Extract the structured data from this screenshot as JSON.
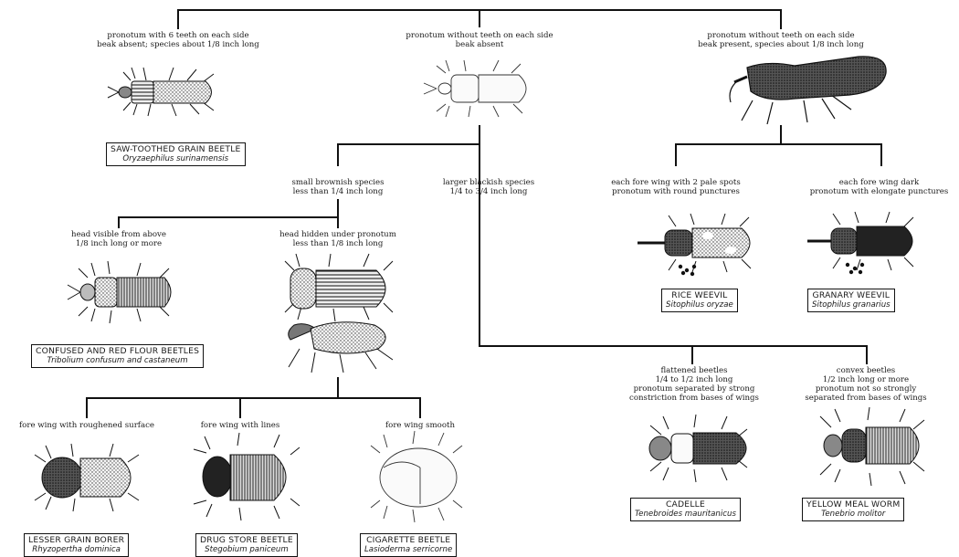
{
  "nodes": {
    "top_left": [
      "pronotum with 6 teeth on each side",
      "beak absent; species about 1/8 inch long"
    ],
    "top_mid": [
      "pronotum without teeth on each side",
      "beak absent"
    ],
    "top_right": [
      "pronotum without teeth on each side",
      "beak present, species about 1/8 inch long"
    ],
    "small_brown": [
      "small brownish species",
      "less than 1/4 inch long"
    ],
    "larger_black": [
      "larger blackish species",
      "1/4 to 3/4 inch long"
    ],
    "head_visible": [
      "head visible from above",
      "1/8 inch long or more"
    ],
    "head_hidden": [
      "head hidden under pronotum",
      "less than 1/8 inch long"
    ],
    "rough": [
      "fore wing with roughened surface"
    ],
    "lines": [
      "fore wing with lines"
    ],
    "smooth": [
      "fore wing smooth"
    ],
    "pale_spots": [
      "each fore wing with 2 pale spots",
      "pronotum with round punctures"
    ],
    "dark_wing": [
      "each fore wing dark",
      "pronotum with elongate punctures"
    ],
    "flattened": [
      "flattened beetles",
      "1/4 to 1/2 inch long",
      "pronotum separated by strong",
      "constriction from bases of wings"
    ],
    "convex": [
      "convex beetles",
      "1/2 inch long or more",
      "pronotum not so strongly",
      "separated from bases of wings"
    ]
  },
  "labels": {
    "saw_toothed": {
      "name": "SAW-TOOTHED GRAIN BEETLE",
      "sci": "Oryzaephilus surinamensis"
    },
    "flour": {
      "name": "CONFUSED AND RED FLOUR BEETLES",
      "sci": "Tribolium confusum and castaneum"
    },
    "lesser_borer": {
      "name": "LESSER GRAIN BORER",
      "sci": "Rhyzopertha dominica"
    },
    "drug_store": {
      "name": "DRUG STORE BEETLE",
      "sci": "Stegobium paniceum"
    },
    "cigarette": {
      "name": "CIGARETTE BEETLE",
      "sci": "Lasioderma serricorne"
    },
    "rice_weevil": {
      "name": "RICE WEEVIL",
      "sci": "Sitophilus oryzae"
    },
    "granary_weevil": {
      "name": "GRANARY WEEVIL",
      "sci": "Sitophilus granarius"
    },
    "cadelle": {
      "name": "CADELLE",
      "sci": "Tenebroides mauritanicus"
    },
    "meal_worm": {
      "name": "YELLOW MEAL WORM",
      "sci": "Tenebrio molitor"
    }
  }
}
